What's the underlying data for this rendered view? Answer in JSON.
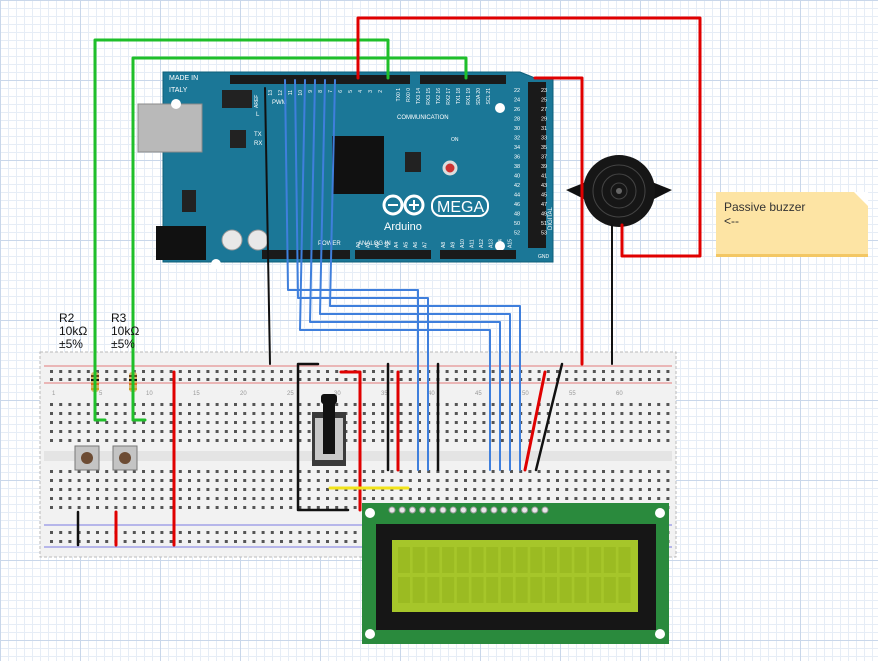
{
  "arduino": {
    "made_in": "MADE IN",
    "italy": "ITALY",
    "brand": "Arduino",
    "model": "MEGA",
    "communication": "COMMUNICATION",
    "analog_in": "ANALOG IN",
    "power": "POWER",
    "pwm": "PWM",
    "digital": "DIGITAL",
    "on": "ON",
    "tx": "TX",
    "rx": "RX",
    "l": "L",
    "aref": "AREF",
    "gnd": "GND",
    "comm_pins": [
      "TX0 1",
      "RX0 0",
      "TX3 14",
      "RX3 15",
      "TX2 16",
      "RX2 17",
      "TX1 18",
      "RX1 19",
      "SDA 20",
      "SCL 21"
    ],
    "pwm_pins": [
      "13",
      "12",
      "11",
      "10",
      "9",
      "8",
      "7",
      "6",
      "5",
      "4",
      "3",
      "2"
    ],
    "digital_left": [
      "22",
      "24",
      "26",
      "28",
      "30",
      "32",
      "34",
      "36",
      "38",
      "40",
      "42",
      "44",
      "46",
      "48",
      "50",
      "52"
    ],
    "digital_right": [
      "23",
      "25",
      "27",
      "29",
      "31",
      "33",
      "35",
      "37",
      "39",
      "41",
      "43",
      "45",
      "47",
      "49",
      "51",
      "53"
    ],
    "analog_pins": [
      "A0",
      "A1",
      "A2",
      "A3",
      "A4",
      "A5",
      "A6",
      "A7",
      "A8",
      "A9",
      "A10",
      "A11",
      "A12",
      "A13",
      "A14",
      "A15"
    ]
  },
  "resistors": [
    {
      "name": "R2",
      "value": "10kΩ",
      "tolerance": "±5%"
    },
    {
      "name": "R3",
      "value": "10kΩ",
      "tolerance": "±5%"
    }
  ],
  "note": {
    "line1": "Passive buzzer",
    "line2": "<--"
  },
  "breadboard": {
    "row_numbers": [
      "1",
      "5",
      "10",
      "15",
      "20",
      "25",
      "30",
      "35",
      "40",
      "45",
      "50",
      "55",
      "60"
    ]
  },
  "colors": {
    "board": "#1b7797",
    "red_wire": "#e00000",
    "green_wire": "#1fbf2a",
    "blue_wire": "#3f7fdc",
    "black_wire": "#111111",
    "yellow_wire": "#f2e41a",
    "lcd_screen": "#a6c62a",
    "lcd_pcb": "#2a8a3d",
    "note": "#fde4a4"
  }
}
